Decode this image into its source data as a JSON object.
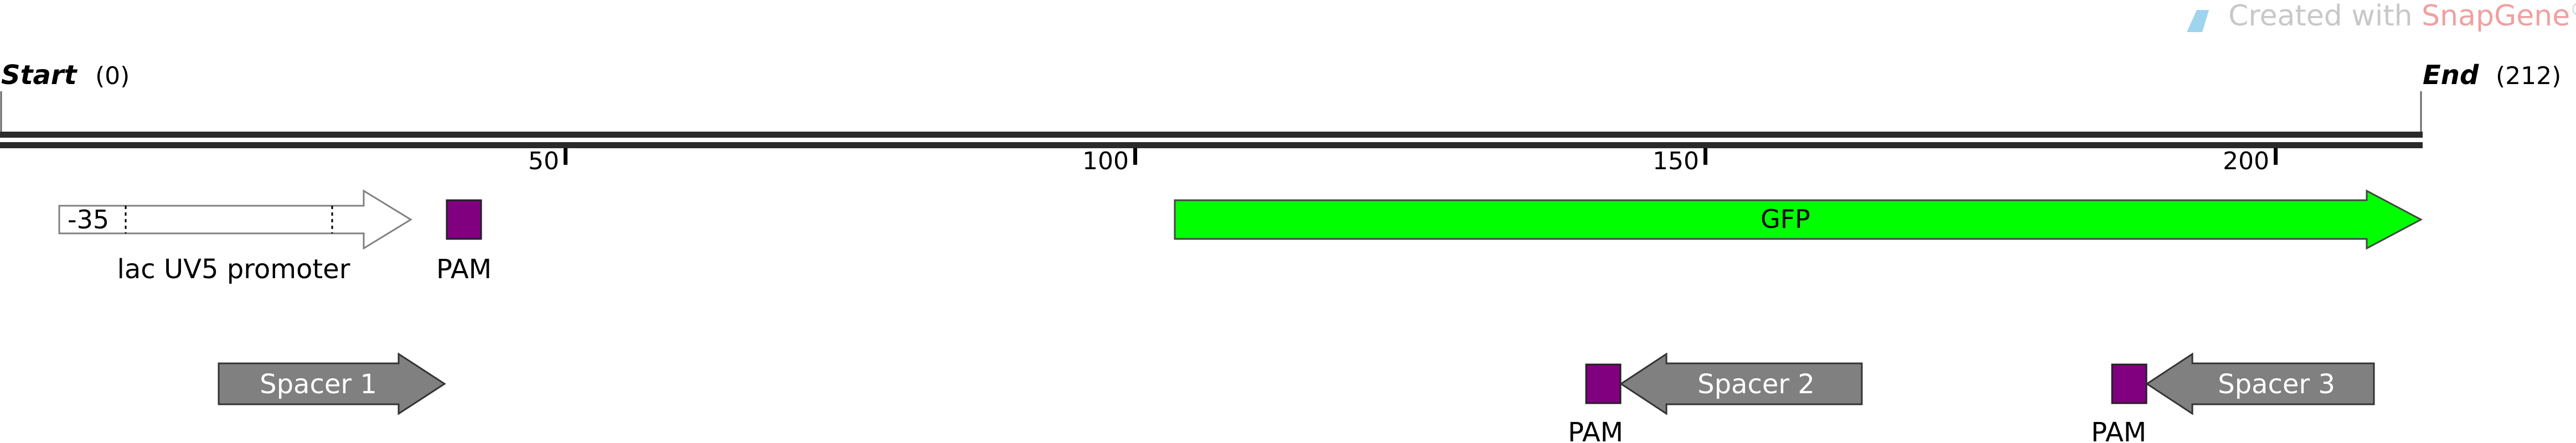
{
  "watermark": {
    "prefix": "Created with ",
    "brand": "SnapGene",
    "mark": "®"
  },
  "sequence": {
    "start": {
      "label": "Start",
      "value": "(0)"
    },
    "end": {
      "label": "End",
      "value": "(212)"
    },
    "length": 212
  },
  "ruler": {
    "ticks": [
      "50",
      "100",
      "150",
      "200"
    ]
  },
  "features": {
    "promoter": {
      "name": "lac UV5 promoter",
      "element": "-35"
    },
    "pam_1": {
      "label": "PAM"
    },
    "gfp": {
      "label": "GFP"
    },
    "spacer_1": {
      "label": "Spacer 1"
    },
    "spacer_2": {
      "label": "Spacer 2"
    },
    "pam_2": {
      "label": "PAM"
    },
    "spacer_3": {
      "label": "Spacer 3"
    },
    "pam_3": {
      "label": "PAM"
    }
  },
  "colors": {
    "backbone": "#2b2b2b",
    "gfp": "#00ff00",
    "spacer": "#808080",
    "pam": "#800080",
    "promoter": "#ffffff",
    "watermark": "#c8c8c8",
    "watermark_brand": "#f0a0a0",
    "watermark_icon": "#9fd4ee"
  }
}
